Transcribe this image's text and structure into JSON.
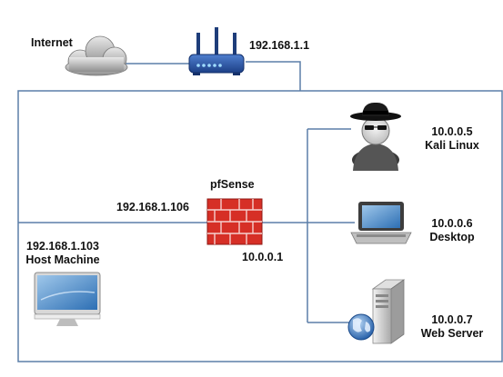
{
  "labels": {
    "internet": "Internet",
    "router_ip": "192.168.1.1",
    "pfsense": "pfSense",
    "pfsense_wan_ip": "192.168.1.106",
    "pfsense_lan_ip": "10.0.0.1",
    "host_ip": "192.168.1.103",
    "host_name": "Host Machine",
    "kali_ip": "10.0.0.5",
    "kali_name": "Kali Linux",
    "desktop_ip": "10.0.0.6",
    "desktop_name": "Desktop",
    "web_ip": "10.0.0.7",
    "web_name": "Web Server"
  },
  "icons": [
    "cloud-icon",
    "router-icon",
    "firewall-icon",
    "hacker-icon",
    "laptop-icon",
    "imac-icon",
    "server-icon",
    "globe-icon"
  ],
  "colors": {
    "line": "#5b7fa8",
    "firewall": "#d62f26",
    "router": "#2b58a8"
  }
}
